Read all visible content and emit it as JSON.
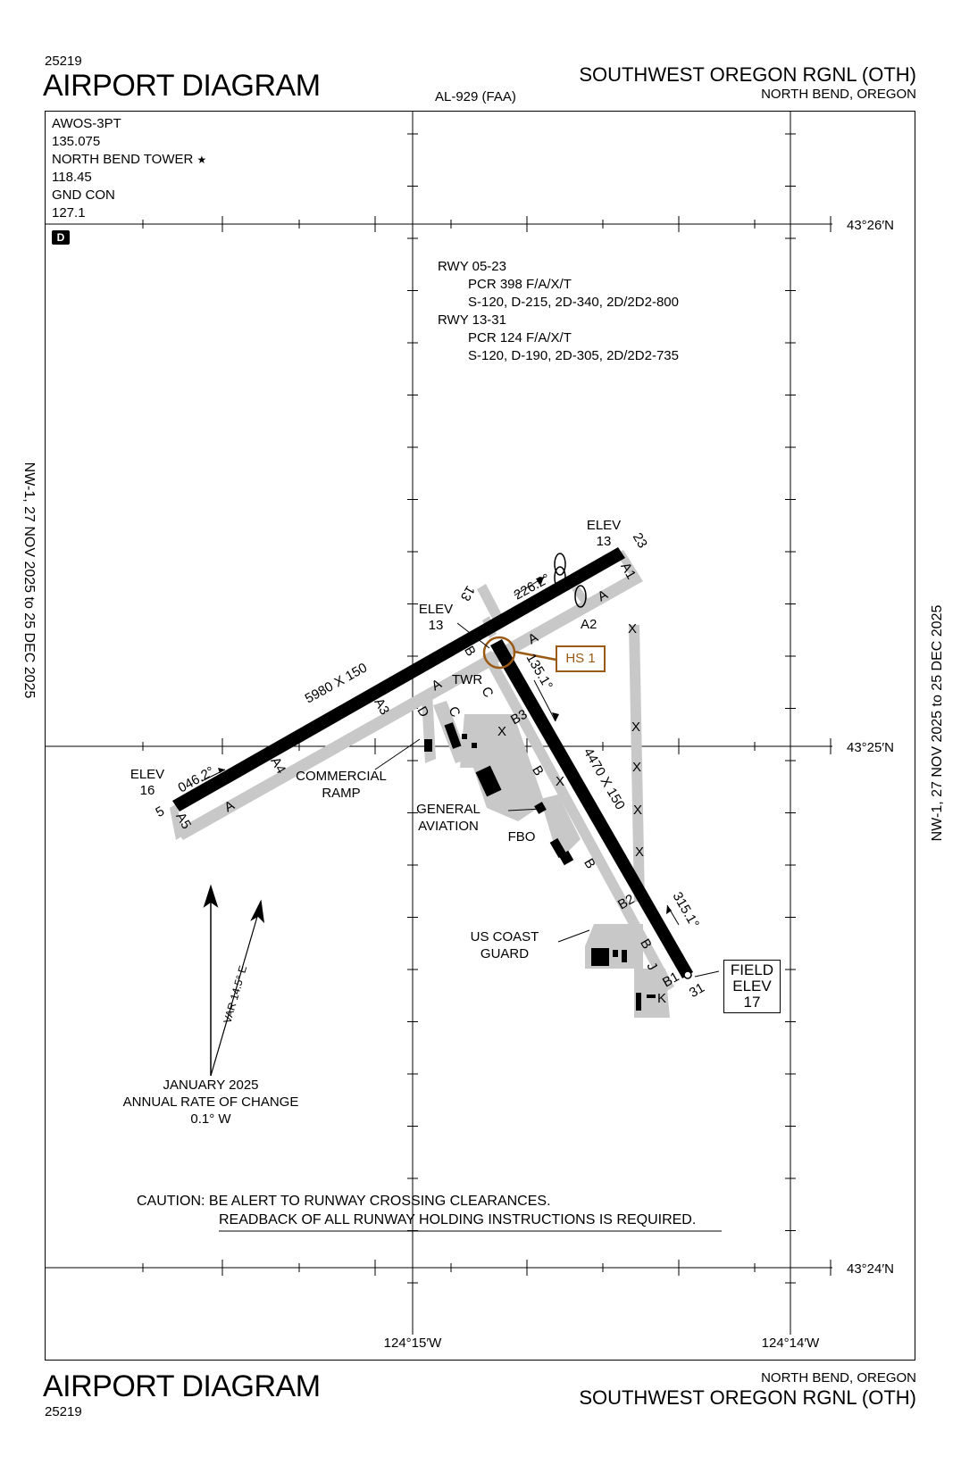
{
  "header": {
    "code_top": "25219",
    "title_top": "AIRPORT DIAGRAM",
    "procedure": "AL-929 (FAA)",
    "airport_name": "SOUTHWEST OREGON RGNL (OTH)",
    "city": "NORTH BEND, OREGON"
  },
  "footer": {
    "code_bottom": "25219",
    "title_bottom": "AIRPORT DIAGRAM",
    "city": "NORTH BEND, OREGON",
    "airport_name": "SOUTHWEST OREGON RGNL (OTH)"
  },
  "validity": {
    "left": "NW-1,  27 NOV 2025  to  25 DEC 2025",
    "right": "NW-1,  27 NOV 2025  to  25 DEC 2025"
  },
  "comms": {
    "awos": "AWOS-3PT",
    "awos_freq": "135.075",
    "tower": "NORTH BEND TOWER",
    "tower_star": "★",
    "tower_freq": "118.45",
    "gnd": "GND CON",
    "gnd_freq": "127.1",
    "badge": "D"
  },
  "runway_info": {
    "rwy1": "RWY 05-23",
    "rwy1_pcr": "PCR 398 F/A/X/T",
    "rwy1_weights": "S-120, D-215, 2D-340, 2D/2D2-800",
    "rwy2": "RWY 13-31",
    "rwy2_pcr": "PCR 124 F/A/X/T",
    "rwy2_weights": "S-120, D-190, 2D-305, 2D/2D2-735"
  },
  "grid": {
    "lat_26": "43°26′N",
    "lat_25": "43°25′N",
    "lat_24": "43°24′N",
    "lon_15": "124°15′W",
    "lon_14": "124°14′W"
  },
  "labels": {
    "elev_23": "ELEV",
    "elev_23_val": "13",
    "rwy_23": "23",
    "hdg_226": "226.2°",
    "rwy_13": "13",
    "elev_13": "ELEV",
    "elev_13_val": "13",
    "a1": "A1",
    "a_top": "A",
    "a2": "A2",
    "a_mid": "A",
    "hs1": "HS 1",
    "b_top": "B",
    "hdg_135": "135.1°",
    "dims_0523": "5980 X 150",
    "a3": "A3",
    "a_left": "A",
    "c1": "C",
    "c2": "C",
    "twr": "TWR",
    "d": "D",
    "b3": "B3",
    "x_b3": "X",
    "a4": "A4",
    "hdg_046": "046.2°",
    "elev_5": "ELEV",
    "elev_5_val": "16",
    "rwy_5": "5",
    "a5": "A5",
    "a_low": "A",
    "commercial": "COMMERCIAL",
    "ramp": "RAMP",
    "b_mid": "B",
    "x_mid": "X",
    "dims_1331": "4470 X 150",
    "general": "GENERAL",
    "aviation": "AVIATION",
    "fbo": "FBO",
    "b_low": "B",
    "b2": "B2",
    "hdg_315": "315.1°",
    "x_list": [
      "X",
      "X",
      "X",
      "X",
      "X"
    ],
    "uscg1": "US COAST",
    "uscg2": "GUARD",
    "b_uscg": "B",
    "j": "J",
    "b1": "B1",
    "k": "K",
    "rwy_31": "31",
    "field_elev_1": "FIELD",
    "field_elev_2": "ELEV",
    "field_elev_3": "17",
    "var": "VAR 14.5° E",
    "roc1": "JANUARY 2025",
    "roc2": "ANNUAL RATE OF CHANGE",
    "roc3": "0.1° W"
  },
  "caution": {
    "line1": "CAUTION: BE ALERT TO RUNWAY CROSSING CLEARANCES.",
    "line2": "READBACK OF ALL RUNWAY HOLDING INSTRUCTIONS IS REQUIRED."
  },
  "colors": {
    "runway": "#000000",
    "taxiway": "#c8c8c8",
    "hot_spot": "#9a5a14"
  }
}
